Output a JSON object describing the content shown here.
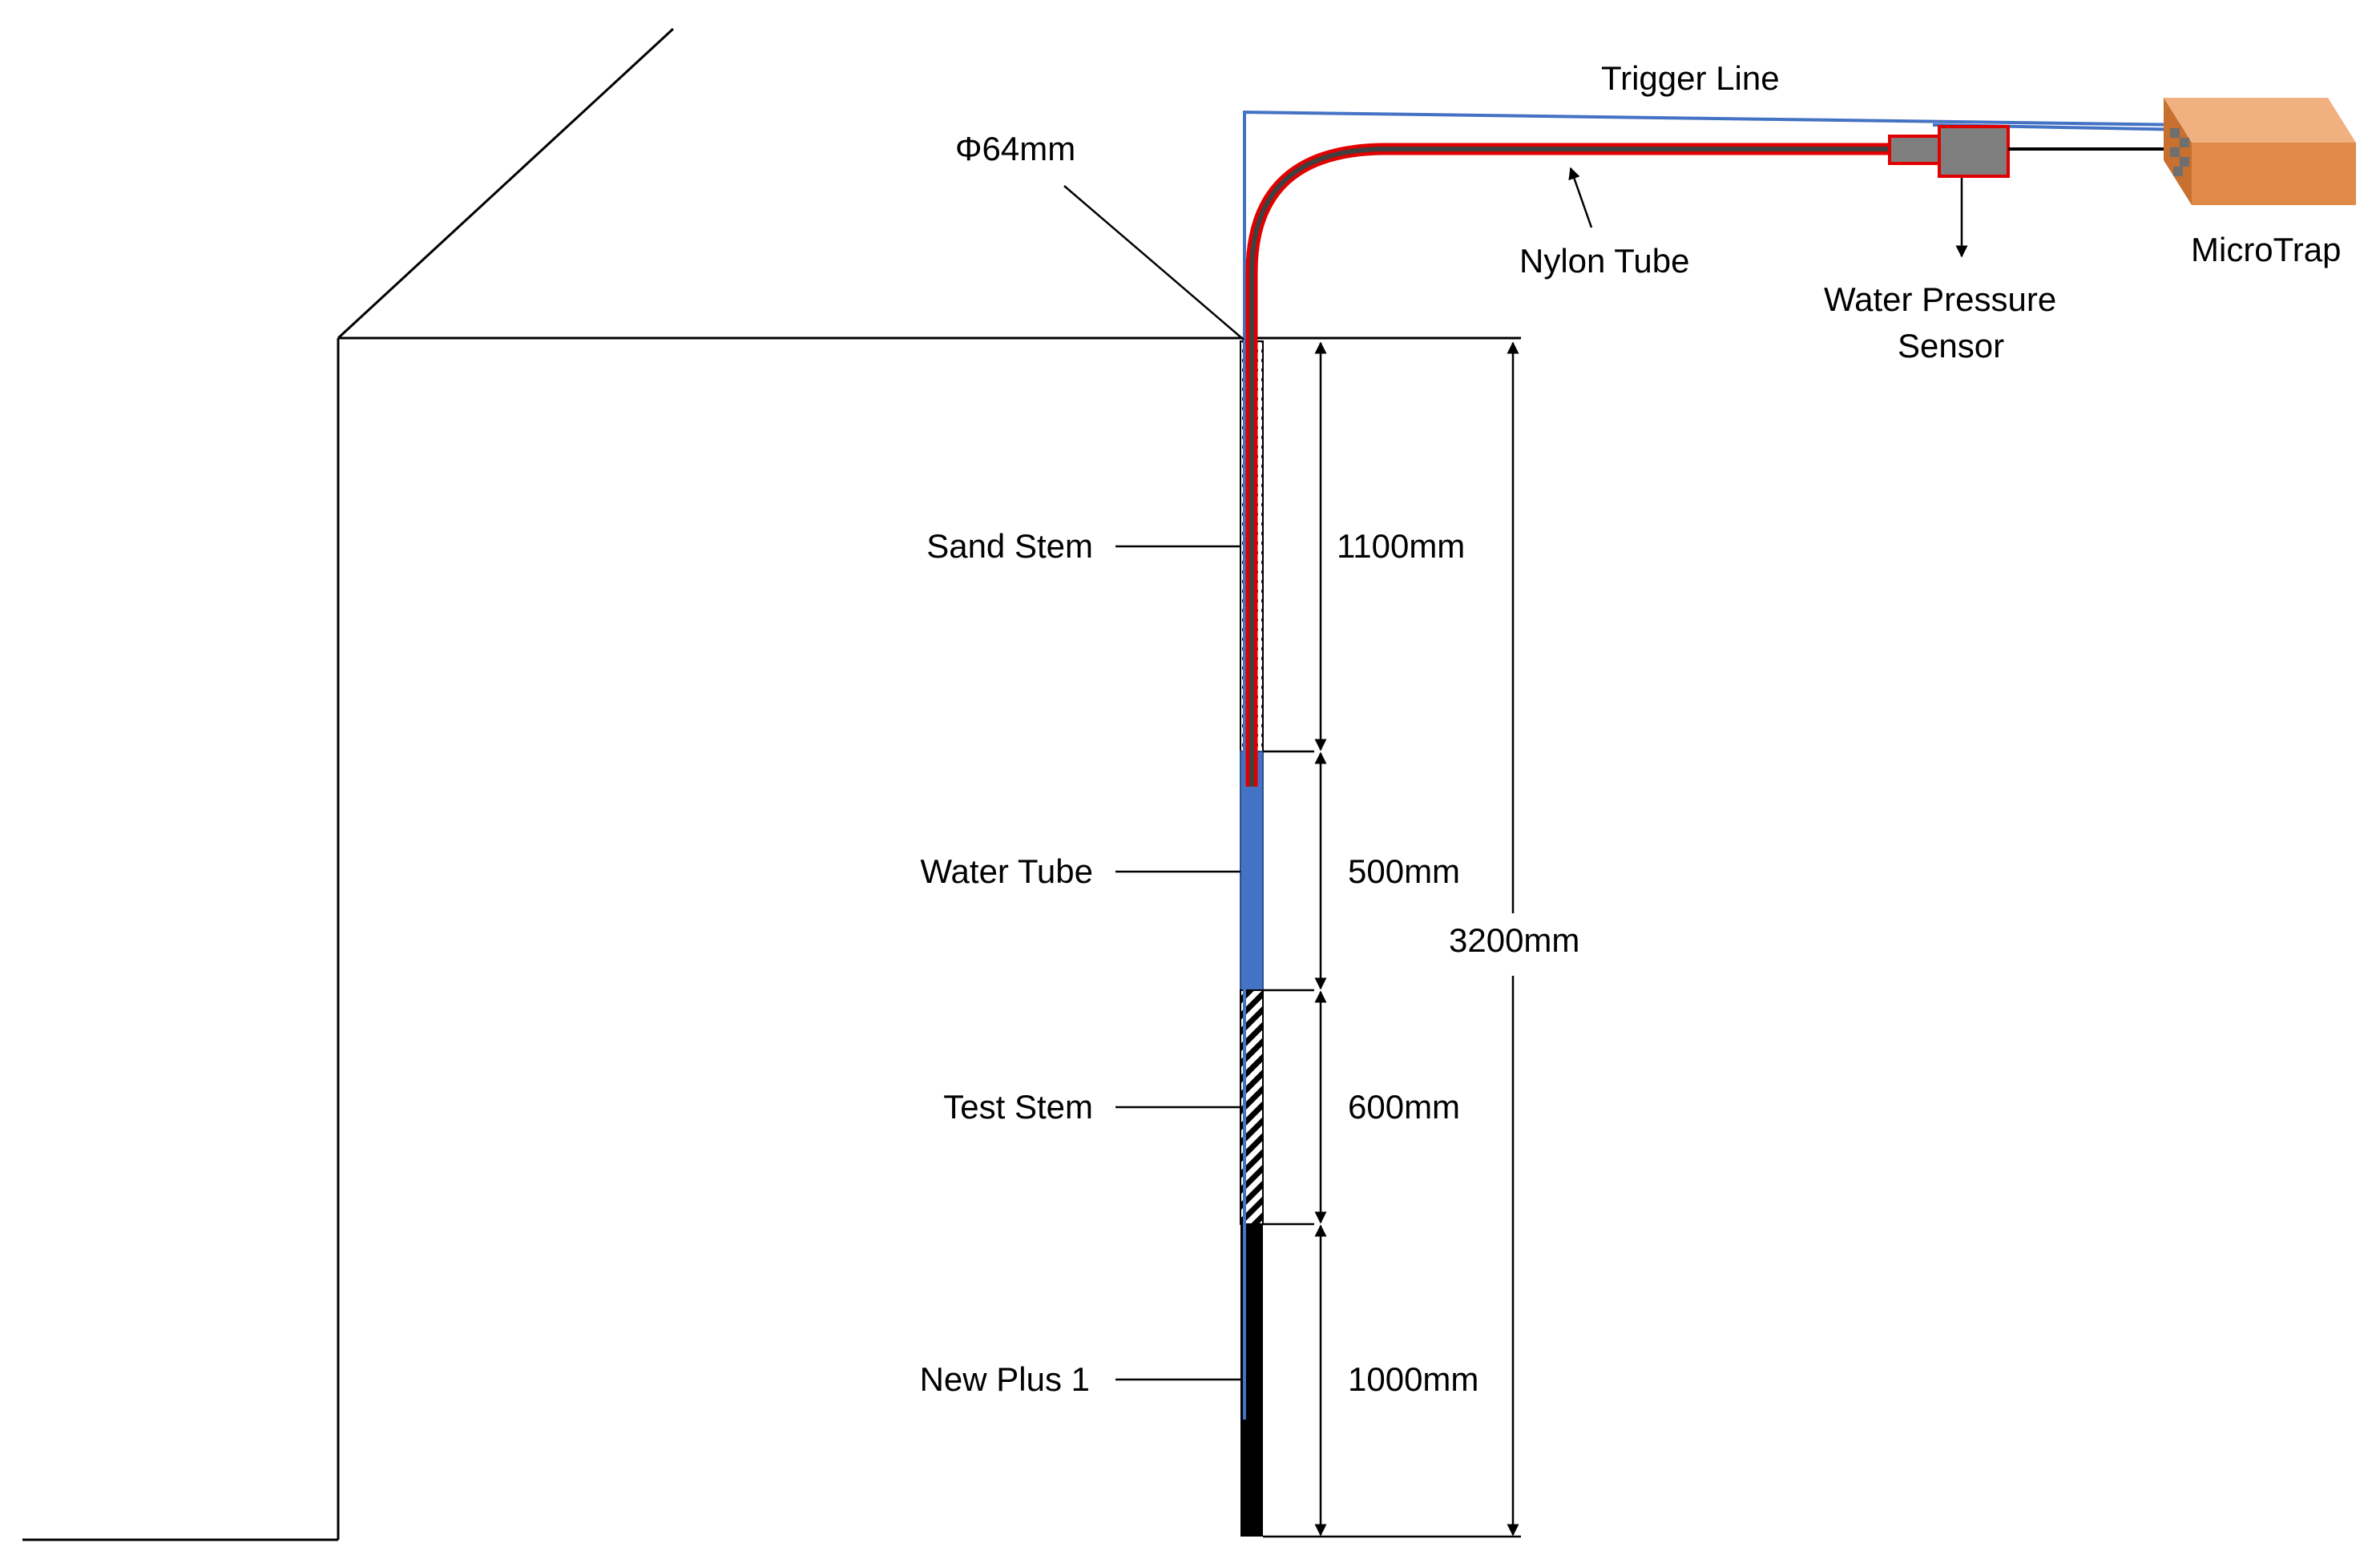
{
  "labels": {
    "trigger_line": "Trigger Line",
    "diameter": "Φ64mm",
    "nylon_tube": "Nylon Tube",
    "water_pressure_sensor_line1": "Water Pressure",
    "water_pressure_sensor_line2": "Sensor",
    "microtrap": "MicroTrap",
    "sand_stem": "Sand Stem",
    "water_tube": "Water Tube",
    "test_stem": "Test Stem",
    "new_plus_1": "New Plus 1"
  },
  "dimensions": {
    "sand_stem": "1100mm",
    "water_tube": "500mm",
    "test_stem": "600mm",
    "new_plus_1": "1000mm",
    "total": "3200mm"
  },
  "colors": {
    "trigger_line": "#4472C4",
    "nylon_tube_fill": "#404040",
    "nylon_tube_outline": "#E00000",
    "water_tube": "#4472C4",
    "sensor_body": "#7F7F7F",
    "microtrap_front": "#E08A4A",
    "microtrap_top": "#F0B080",
    "microtrap_side": "#C87030",
    "new_plus_1": "#000000"
  }
}
